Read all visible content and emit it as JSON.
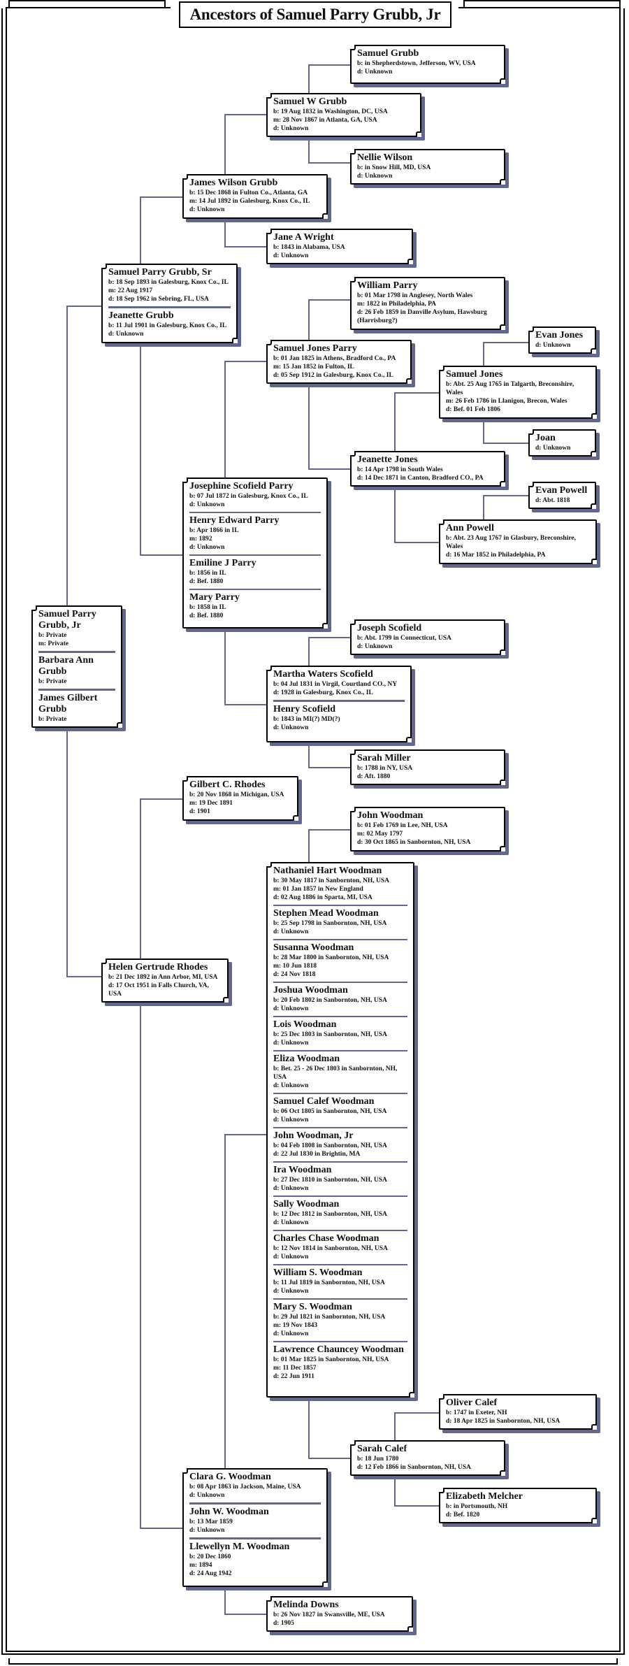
{
  "title": "Ancestors of Samuel Parry Grubb, Jr",
  "people": [
    {
      "id": "samuel-grubb",
      "entries": [
        {
          "name": "Samuel Grubb",
          "facts": [
            "b: in Shepherdstown, Jefferson, WV, USA",
            "d: Unknown"
          ]
        }
      ]
    },
    {
      "id": "samuel-w-grubb",
      "entries": [
        {
          "name": "Samuel W Grubb",
          "facts": [
            "b: 19 Aug 1832 in Washington, DC, USA",
            "m: 28 Nov 1867 in Atlanta, GA, USA",
            "d: Unknown"
          ]
        }
      ]
    },
    {
      "id": "nellie-wilson",
      "entries": [
        {
          "name": "Nellie Wilson",
          "facts": [
            "b: in Snow Hill, MD, USA",
            "d: Unknown"
          ]
        }
      ]
    },
    {
      "id": "james-wilson-grubb",
      "entries": [
        {
          "name": "James Wilson Grubb",
          "facts": [
            "b: 15 Dec 1868 in Fulton Co., Atlanta, GA",
            "m: 14 Jul 1892 in Galesburg, Knox Co., IL",
            "d: Unknown"
          ]
        }
      ]
    },
    {
      "id": "jane-a-wright",
      "entries": [
        {
          "name": "Jane A Wright",
          "facts": [
            "b: 1843 in Alabama, USA",
            "d: Unknown"
          ]
        }
      ]
    },
    {
      "id": "samuel-parry-grubb-sr",
      "entries": [
        {
          "name": "Samuel Parry Grubb, Sr",
          "facts": [
            "b: 18 Sep 1893 in Galesburg, Knox Co., IL",
            "m: 22 Aug 1917",
            "d: 18 Sep 1962 in Sebring, FL, USA"
          ]
        },
        {
          "name": "Jeanette Grubb",
          "facts": [
            "b: 11 Jul 1901 in Galesburg, Knox Co., IL",
            "d: Unknown"
          ]
        }
      ]
    },
    {
      "id": "william-parry",
      "entries": [
        {
          "name": "William Parry",
          "facts": [
            "b: 01 Mar 1798 in Anglesey, North Wales",
            "m: 1822 in Philadelphia, PA",
            "d: 26 Feb 1859 in Danville Asylum, Hawsburg (Harrisburg?)"
          ]
        }
      ]
    },
    {
      "id": "samuel-jones-parry",
      "entries": [
        {
          "name": "Samuel Jones Parry",
          "facts": [
            "b: 01 Jan 1825 in Athens, Bradford Co., PA",
            "m: 15 Jan 1852 in Fulton, IL",
            "d: 05 Sep 1912 in Galesburg, Knox Co., IL"
          ]
        }
      ]
    },
    {
      "id": "evan-jones",
      "entries": [
        {
          "name": "Evan Jones",
          "facts": [
            "d: Unknown"
          ]
        }
      ]
    },
    {
      "id": "samuel-jones",
      "entries": [
        {
          "name": "Samuel Jones",
          "facts": [
            "b: Abt. 25 Aug 1765 in Talgarth, Breconshire, Wales",
            "m: 26 Feb 1786 in Llanigon, Brecon, Wales",
            "d: Bef. 01 Feb 1806"
          ]
        }
      ]
    },
    {
      "id": "joan",
      "entries": [
        {
          "name": "Joan",
          "facts": [
            "d: Unknown"
          ]
        }
      ]
    },
    {
      "id": "jeanette-jones",
      "entries": [
        {
          "name": "Jeanette Jones",
          "facts": [
            "b: 14 Apr 1798 in South Wales",
            "d: 14 Dec 1871 in Canton, Bradford CO., PA"
          ]
        }
      ]
    },
    {
      "id": "evan-powell",
      "entries": [
        {
          "name": "Evan Powell",
          "facts": [
            "d: Abt. 1818"
          ]
        }
      ]
    },
    {
      "id": "ann-powell",
      "entries": [
        {
          "name": "Ann Powell",
          "facts": [
            "b: Abt. 23 Aug 1767 in Glasbury, Breconshire, Wales",
            "d: 16 Mar 1852 in Philadelphia, PA"
          ]
        }
      ]
    },
    {
      "id": "josephine-scofield-parry",
      "entries": [
        {
          "name": "Josephine Scofield Parry",
          "facts": [
            "b: 07 Jul 1872 in Galesburg, Knox Co., IL",
            "d: Unknown"
          ]
        },
        {
          "name": "Henry Edward Parry",
          "facts": [
            "b: Apr 1866 in IL",
            "m: 1892",
            "d: Unknown"
          ]
        },
        {
          "name": "Emiline J Parry",
          "facts": [
            "b: 1856 in IL",
            "d: Bef. 1880"
          ]
        },
        {
          "name": "Mary Parry",
          "facts": [
            "b: 1858 in IL",
            "d: Bef. 1880"
          ]
        }
      ]
    },
    {
      "id": "samuel-parry-grubb-jr",
      "entries": [
        {
          "name": "Samuel Parry Grubb, Jr",
          "facts": [
            "b: Private",
            "m: Private"
          ]
        },
        {
          "name": "Barbara Ann Grubb",
          "facts": [
            "b: Private"
          ]
        },
        {
          "name": "James Gilbert Grubb",
          "facts": [
            "b: Private"
          ]
        }
      ]
    },
    {
      "id": "joseph-scofield",
      "entries": [
        {
          "name": "Joseph Scofield",
          "facts": [
            "b: Abt. 1799 in Connecticut, USA",
            "d: Unknown"
          ]
        }
      ]
    },
    {
      "id": "martha-waters-scofield",
      "entries": [
        {
          "name": "Martha Waters Scofield",
          "facts": [
            "b: 04 Jul 1831 in Virgil, Courtland CO., NY",
            "d: 1928 in Galesburg, Knox Co., IL"
          ]
        },
        {
          "name": "Henry Scofield",
          "facts": [
            "b: 1843 in MI(?) MD(?)",
            "d: Unknown"
          ]
        }
      ]
    },
    {
      "id": "sarah-miller",
      "entries": [
        {
          "name": "Sarah Miller",
          "facts": [
            "b: 1788 in NY, USA",
            "d: Aft. 1880"
          ]
        }
      ]
    },
    {
      "id": "gilbert-c-rhodes",
      "entries": [
        {
          "name": "Gilbert C. Rhodes",
          "facts": [
            "b: 20 Nov 1868 in Michigan, USA",
            "m: 19 Dec 1891",
            "d: 1901"
          ]
        }
      ]
    },
    {
      "id": "john-woodman",
      "entries": [
        {
          "name": "John Woodman",
          "facts": [
            "b: 01 Feb 1769 in Lee, NH, USA",
            "m: 02 May 1797",
            "d: 30 Oct 1865 in Sanbornton, NH, USA"
          ]
        }
      ]
    },
    {
      "id": "helen-gertrude-rhodes",
      "entries": [
        {
          "name": "Helen Gertrude Rhodes",
          "facts": [
            "b: 21 Dec 1892 in Ann Arbor, MI, USA",
            "d: 17 Oct 1951 in Falls Church, VA, USA"
          ]
        }
      ]
    },
    {
      "id": "nathaniel-hart-woodman",
      "entries": [
        {
          "name": "Nathaniel Hart Woodman",
          "facts": [
            "b: 30 May 1817 in Sanbornton, NH, USA",
            "m: 01 Jan 1857 in New England",
            "d: 02 Aug 1886 in Sparta, MI, USA"
          ]
        },
        {
          "name": "Stephen Mead Woodman",
          "facts": [
            "b: 25 Sep 1798 in Sanbornton, NH, USA",
            "d: Unknown"
          ]
        },
        {
          "name": "Susanna Woodman",
          "facts": [
            "b: 28 Mar 1800 in Sanbornton, NH, USA",
            "m: 10 Jun 1818",
            "d: 24 Nov 1818"
          ]
        },
        {
          "name": "Joshua Woodman",
          "facts": [
            "b: 20 Feb 1802 in Sanbornton, NH, USA",
            "d: Unknown"
          ]
        },
        {
          "name": "Lois Woodman",
          "facts": [
            "b: 25 Dec 1803 in Sanbornton, NH, USA",
            "d: Unknown"
          ]
        },
        {
          "name": "Eliza Woodman",
          "facts": [
            "b: Bet. 25 - 26 Dec 1803 in Sanbornton, NH, USA",
            "d: Unknown"
          ]
        },
        {
          "name": "Samuel Calef Woodman",
          "facts": [
            "b: 06 Oct 1805 in Sanbornton, NH, USA",
            "d: Unknown"
          ]
        },
        {
          "name": "John Woodman, Jr",
          "facts": [
            "b: 04 Feb 1808 in Sanbornton, NH, USA",
            "d: 22 Jul 1830 in Brightin, MA"
          ]
        },
        {
          "name": "Ira Woodman",
          "facts": [
            "b: 27 Dec 1810 in Sanbornton, NH, USA",
            "d: Unknown"
          ]
        },
        {
          "name": "Sally Woodman",
          "facts": [
            "b: 12 Dec 1812 in Sanbornton, NH, USA",
            "d: Unknown"
          ]
        },
        {
          "name": "Charles Chase Woodman",
          "facts": [
            "b: 12 Nov 1814 in Sanbornton, NH, USA",
            "d: Unknown"
          ]
        },
        {
          "name": "William S. Woodman",
          "facts": [
            "b: 11 Jul 1819 in Sanbornton, NH, USA",
            "d: Unknown"
          ]
        },
        {
          "name": "Mary S. Woodman",
          "facts": [
            "b: 29 Jul 1821 in Sanbornton, NH, USA",
            "m: 19 Nov 1843",
            "d: Unknown"
          ]
        },
        {
          "name": "Lawrence Chauncey Woodman",
          "facts": [
            "b: 01 Mar 1825 in Sanbornton, NH, USA",
            "m: 11 Dec 1857",
            "d: 22 Jun 1911"
          ]
        }
      ]
    },
    {
      "id": "oliver-calef",
      "entries": [
        {
          "name": "Oliver Calef",
          "facts": [
            "b: 1747 in Exeter, NH",
            "d: 18 Apr 1825 in Sanbornton, NH, USA"
          ]
        }
      ]
    },
    {
      "id": "sarah-calef",
      "entries": [
        {
          "name": "Sarah Calef",
          "facts": [
            "b: 18 Jun 1780",
            "d: 12 Feb 1866 in Sanbornton, NH, USA"
          ]
        }
      ]
    },
    {
      "id": "elizabeth-melcher",
      "entries": [
        {
          "name": "Elizabeth Melcher",
          "facts": [
            "b: in Portsmouth, NH",
            "d: Bef. 1820"
          ]
        }
      ]
    },
    {
      "id": "clara-g-woodman",
      "entries": [
        {
          "name": "Clara G. Woodman",
          "facts": [
            "b: 08 Apr 1863 in Jackson, Maine, USA",
            "d: Unknown"
          ]
        },
        {
          "name": "John W. Woodman",
          "facts": [
            "b: 13 Mar 1859",
            "d: Unknown"
          ]
        },
        {
          "name": "Llewellyn M. Woodman",
          "facts": [
            "b: 20 Dec 1860",
            "m: 1894",
            "d: 24 Aug 1942"
          ]
        }
      ]
    },
    {
      "id": "melinda-downs",
      "entries": [
        {
          "name": "Melinda Downs",
          "facts": [
            "b: 26 Nov 1827 in Swansville, ME, USA",
            "d: 1905"
          ]
        }
      ]
    }
  ]
}
